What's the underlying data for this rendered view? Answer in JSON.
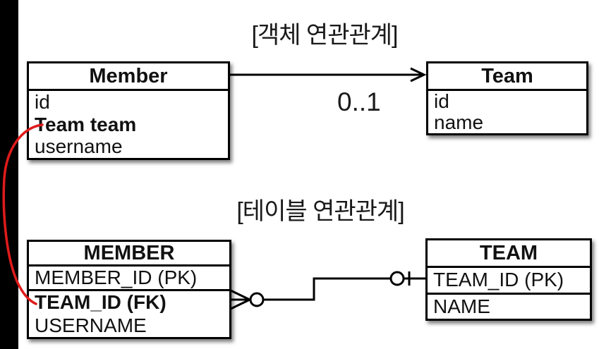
{
  "section_object": {
    "title": "[객체 연관관계]",
    "member_box": {
      "header": "Member",
      "fields": [
        {
          "label": "id"
        },
        {
          "label": "Team team"
        },
        {
          "label": "username"
        }
      ]
    },
    "team_box": {
      "header": "Team",
      "fields": [
        {
          "label": "id"
        },
        {
          "label": "name"
        }
      ]
    },
    "arrow_label": "0..1"
  },
  "section_table": {
    "title": "[테이블 연관관계]",
    "member_table": {
      "header": "MEMBER",
      "columns": [
        {
          "label": "MEMBER_ID (PK)"
        },
        {
          "label": "TEAM_ID (FK)"
        },
        {
          "label": "USERNAME"
        }
      ]
    },
    "team_table": {
      "header": "TEAM",
      "columns": [
        {
          "label": "TEAM_ID (PK)"
        },
        {
          "label": "NAME"
        }
      ]
    }
  },
  "colors": {
    "diagram_line": "#000000",
    "fk_curve_red": "#e01b1b",
    "edge_bar": "#000000"
  }
}
